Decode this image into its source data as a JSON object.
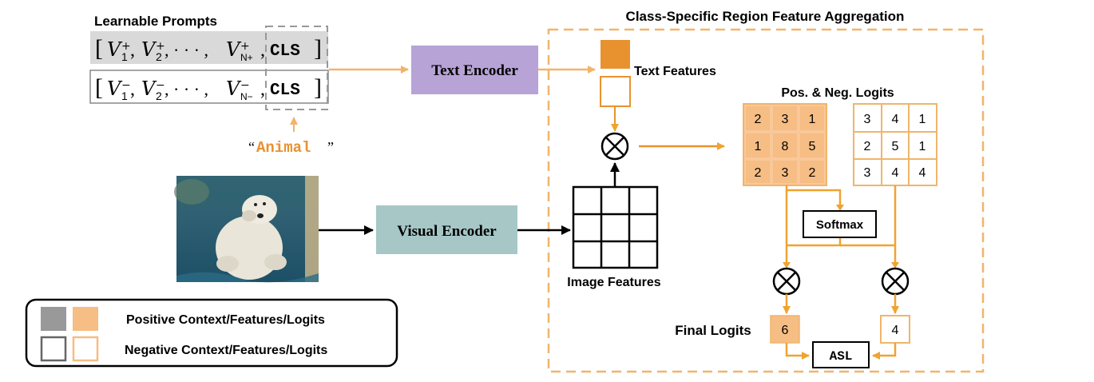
{
  "colors": {
    "orange": "#f0a330",
    "orange_dark": "#e8922f",
    "orange_fill": "#f6bd84",
    "orange_light": "#f9c89a",
    "purple": "#b7a3d6",
    "teal": "#a7c7c7",
    "gray_fill": "#d9d9d9",
    "gray_border": "#888888",
    "dashed_box": "#f0b56a"
  },
  "prompts": {
    "title": "Learnable Prompts",
    "open_bracket": "[",
    "close_bracket": "]",
    "pos_v1": "V",
    "pos_v1_sub": "1",
    "pos_v1_sup": "+",
    "pos_v2": "V",
    "pos_v2_sub": "2",
    "pos_v2_sup": "+",
    "pos_ellipsis": ", · · · ,",
    "pos_vn": "V",
    "pos_vn_sub": "N+",
    "pos_vn_sup": "+",
    "neg_v1": "V",
    "neg_v1_sub": "1",
    "neg_v1_sup": "−",
    "neg_v2": "V",
    "neg_v2_sub": "2",
    "neg_v2_sup": "−",
    "neg_ellipsis": ", · · · ,",
    "neg_vn": "V",
    "neg_vn_sub": "N−",
    "neg_vn_sup": "−",
    "comma": ",",
    "cls": "CLS",
    "class_word": "Animal",
    "quote_open": "“",
    "quote_close": "”"
  },
  "encoders": {
    "text": "Text Encoder",
    "visual": "Visual Encoder"
  },
  "aggregation": {
    "title": "Class-Specific Region Feature Aggregation",
    "text_features": "Text Features",
    "image_features": "Image Features",
    "logits_title": "Pos. & Neg. Logits",
    "softmax": "Softmax",
    "final_logits": "Final Logits",
    "asl": "ASL",
    "pos_grid": [
      [
        "2",
        "3",
        "1"
      ],
      [
        "1",
        "8",
        "5"
      ],
      [
        "2",
        "3",
        "2"
      ]
    ],
    "neg_grid": [
      [
        "3",
        "4",
        "1"
      ],
      [
        "2",
        "5",
        "1"
      ],
      [
        "3",
        "4",
        "4"
      ]
    ],
    "final_pos": "6",
    "final_neg": "4"
  },
  "legend": {
    "positive": "Positive Context/Features/Logits",
    "negative": "Negative Context/Features/Logits"
  }
}
